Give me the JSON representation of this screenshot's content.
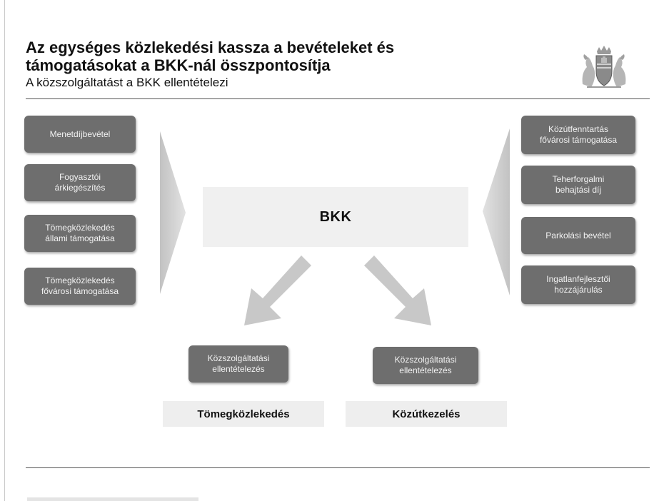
{
  "header": {
    "title_line1": "Az egységes közlekedési kassza a bevételeket és",
    "title_line2": "támogatásokat a BKK-nál összpontosítja",
    "subtitle": "A közszolgáltatást a BKK ellentételezi"
  },
  "left_boxes": [
    {
      "line1": "Menetdíjbevétel",
      "line2": ""
    },
    {
      "line1": "Fogyasztói",
      "line2": "árkiegészítés"
    },
    {
      "line1": "Tömegközlekedés",
      "line2": "állami támogatása"
    },
    {
      "line1": "Tömegközlekedés",
      "line2": "fővárosi támogatása"
    }
  ],
  "right_boxes": [
    {
      "line1": "Közútfenntartás",
      "line2": "fővárosi támogatása"
    },
    {
      "line1": "Teherforgalmi",
      "line2": "behajtási díj"
    },
    {
      "line1": "Parkolási bevétel",
      "line2": ""
    },
    {
      "line1": "Ingatlanfejlesztői",
      "line2": "hozzájárulás"
    }
  ],
  "center": {
    "label": "BKK"
  },
  "outputs": [
    {
      "box_line1": "Közszolgáltatási",
      "box_line2": "ellentételezés",
      "label": "Tömegközlekedés"
    },
    {
      "box_line1": "Közszolgáltatási",
      "box_line2": "ellentételezés",
      "label": "Közútkezelés"
    }
  ],
  "colors": {
    "box_fill": "#6e6e6e",
    "box_text": "#f2f2f2",
    "arrow_fill": "#c8c8c8",
    "band_fill": "#f0f0f0"
  },
  "icons": {
    "coat_of_arms": "budapest-coat-of-arms-icon"
  }
}
